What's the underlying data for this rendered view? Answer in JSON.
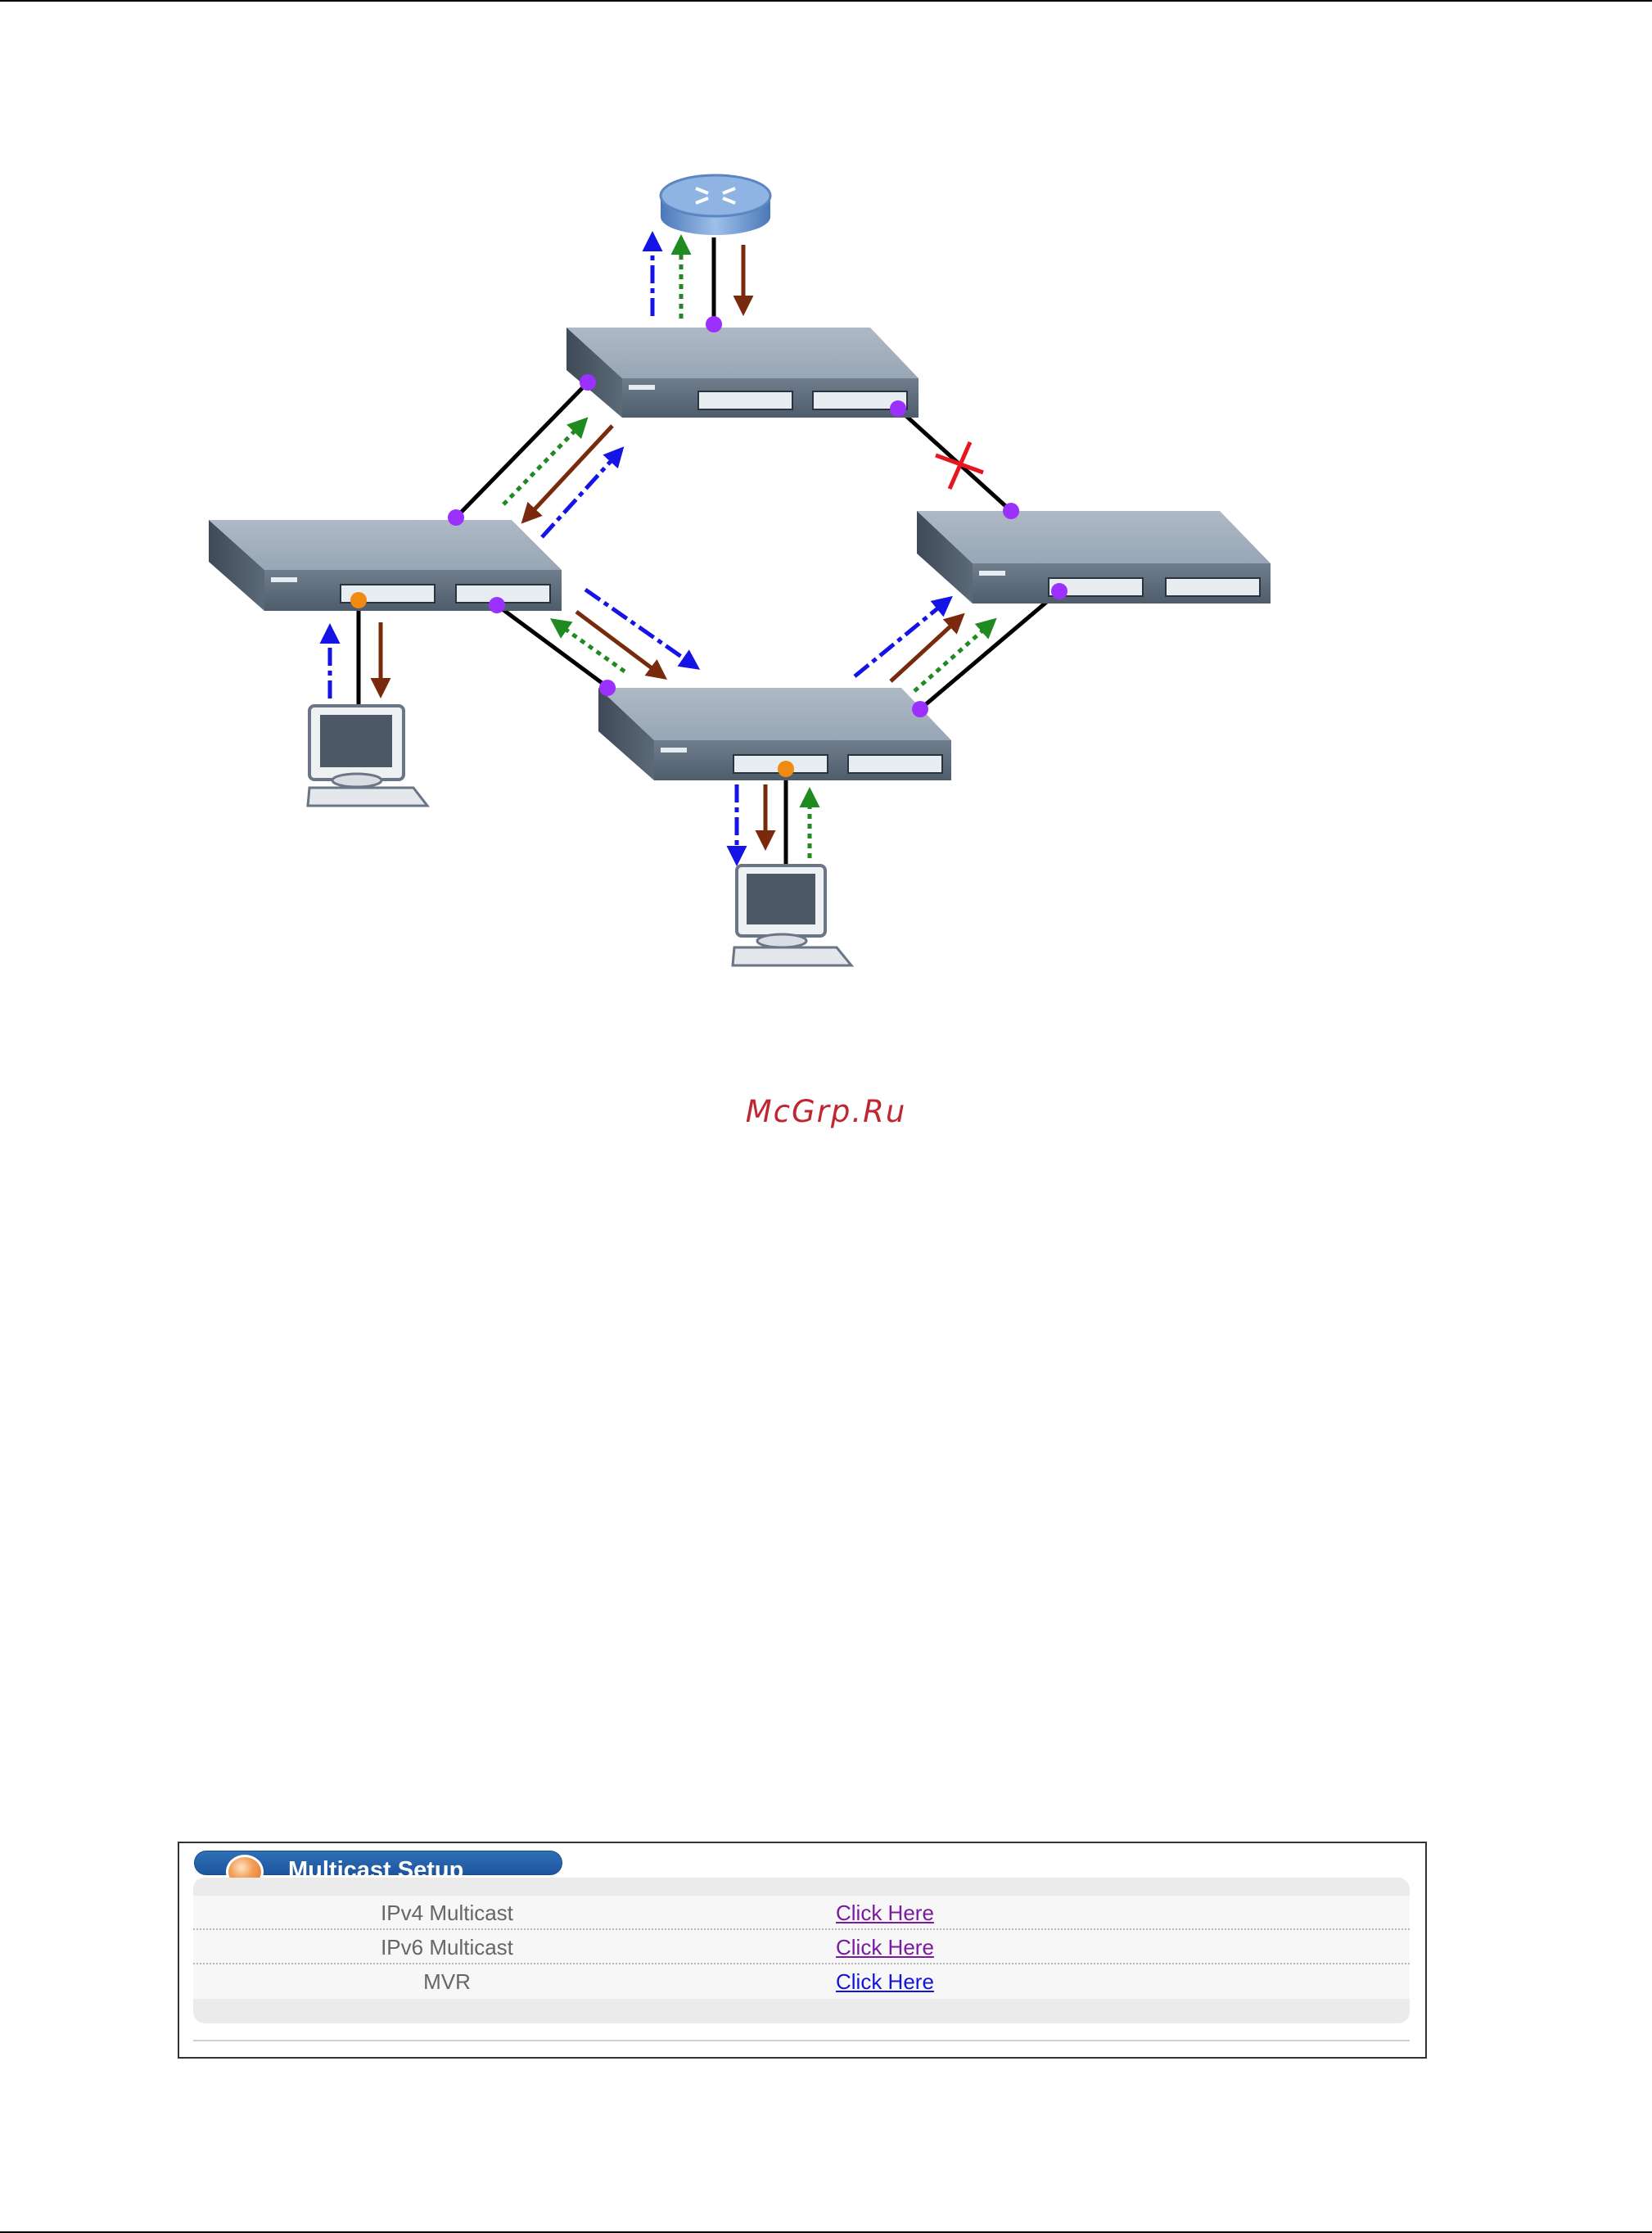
{
  "watermark": "McGrp.Ru",
  "multicast_setup": {
    "title": "Multicast Setup",
    "rows": [
      {
        "label": "IPv4 Multicast",
        "link": "Click Here",
        "visited": true
      },
      {
        "label": "IPv6 Multicast",
        "link": "Click Here",
        "visited": true
      },
      {
        "label": "MVR",
        "link": "Click Here",
        "visited": false
      }
    ]
  },
  "colors": {
    "flow_blue": "#1414e6",
    "flow_green": "#1f8a1f",
    "flow_brown": "#7a2a0c",
    "port_purple": "#9b30ff",
    "port_orange": "#f08a12",
    "blocked_red": "#e8141e",
    "link_visited": "#7a1aa0",
    "link_unvisited": "#1414d8",
    "watermark": "#c0262f",
    "title_bar": "#1d56a0"
  },
  "icons": [
    "router-icon",
    "switch-icon",
    "computer-icon",
    "blocked-link-x-icon"
  ]
}
